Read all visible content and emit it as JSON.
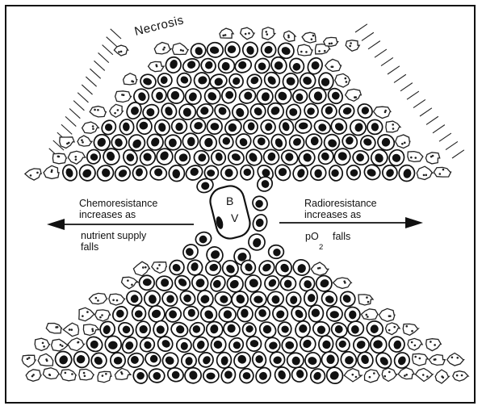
{
  "labels": {
    "necrosis": "Necrosis",
    "vessel_top": "B",
    "vessel_bottom": "V",
    "left_line1": "Chemoresistance",
    "left_line2": "increases as",
    "left_line3": "nutrient supply",
    "left_line4": "falls",
    "right_line1": "Radioresistance",
    "right_line2": "increases as",
    "right_line3_main": "pO",
    "right_line3_sub": "2",
    "right_line3_tail": "falls"
  },
  "colors": {
    "ink": "#111111",
    "background": "#ffffff"
  },
  "icons": {
    "vessel": "blood-vessel-icon",
    "left_arrow": "arrow-left-icon",
    "right_arrow": "arrow-right-icon"
  }
}
